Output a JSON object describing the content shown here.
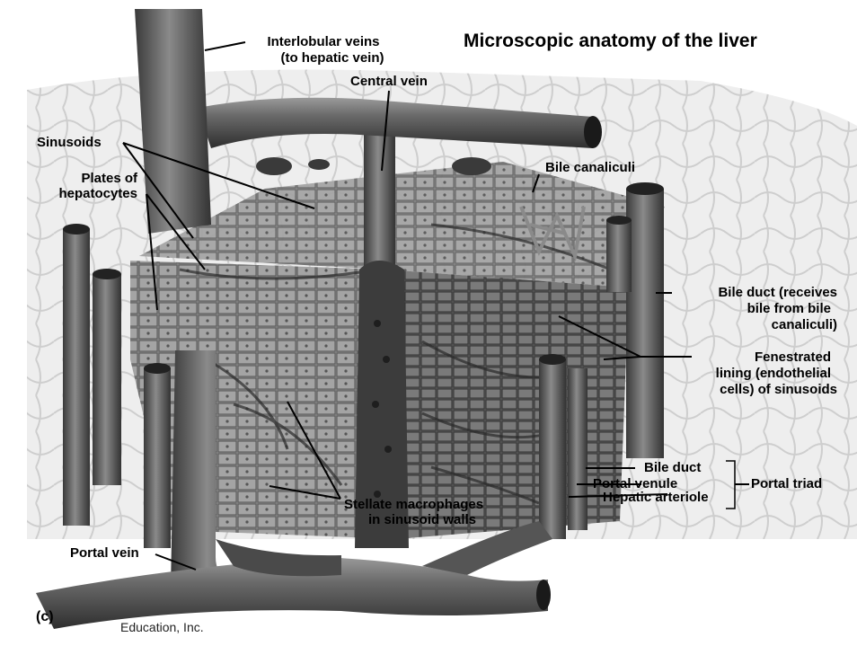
{
  "diagram": {
    "title": "Microscopic anatomy of the liver",
    "panel_letter": "(c)",
    "credit": "Education, Inc.",
    "labels": {
      "interlobular_veins_1": "Interlobular veins",
      "interlobular_veins_2": "(to hepatic vein)",
      "central_vein": "Central vein",
      "sinusoids": "Sinusoids",
      "plates_1": "Plates of",
      "plates_2": "hepatocytes",
      "bile_canaliculi": "Bile canaliculi",
      "bile_duct_receives_1": "Bile duct (receives",
      "bile_duct_receives_2": "bile from bile",
      "bile_duct_receives_3": "canaliculi)",
      "fenestrated_1": "Fenestrated",
      "fenestrated_2": "lining (endothelial",
      "fenestrated_3": "cells) of sinusoids",
      "bile_duct": "Bile duct",
      "portal_venule": "Portal venule",
      "hepatic_arteriole": "Hepatic arteriole",
      "portal_triad": "Portal triad",
      "stellate_1": "Stellate macrophages",
      "stellate_2": "in sinusoid walls",
      "portal_vein": "Portal vein"
    }
  }
}
